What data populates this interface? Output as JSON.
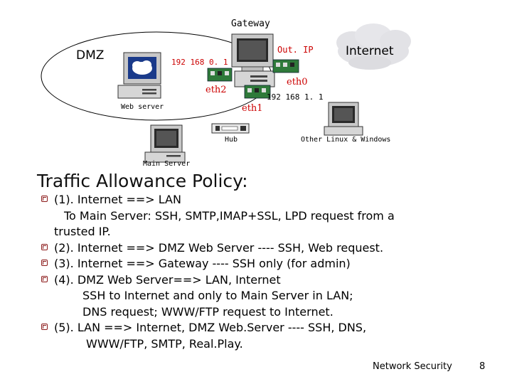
{
  "diagram": {
    "gateway_label": "Gateway",
    "dmz_label": "DMZ",
    "dmz_ip": "192 168 0. 1",
    "out_ip_label": "Out. IP",
    "internet_label": "Internet",
    "eth0_label": "eth0",
    "eth1_label": "eth1",
    "eth2_label": "eth2",
    "lan_ip": "192 168 1. 1",
    "web_server_label": "Web server",
    "hub_label": "Hub",
    "other_label": "Other Linux & Windows",
    "main_server_label": "Main Server"
  },
  "policy": {
    "title": "Traffic Allowance Policy:",
    "items": [
      {
        "lines": [
          "(1). Internet ==> LAN",
          "To Main Server: SSH, SMTP,IMAP+SSL, LPD request from a",
          "trusted IP."
        ]
      },
      {
        "lines": [
          "(2). Internet ==> DMZ Web Server   ---- SSH, Web request."
        ]
      },
      {
        "lines": [
          "(3). Internet ==> Gateway  ----    SSH  only (for admin)"
        ]
      },
      {
        "lines": [
          "(4). DMZ Web Server==> LAN, Internet",
          "SSH to Internet and only to Main Server in LAN;",
          "DNS request; WWW/FTP request to Internet."
        ]
      },
      {
        "lines": [
          "(5). LAN ==> Internet, DMZ Web.Server  ---- SSH, DNS,",
          "WWW/FTP, SMTP, Real.Play."
        ]
      }
    ]
  },
  "footer": {
    "title": "Network Security",
    "page": "8"
  }
}
